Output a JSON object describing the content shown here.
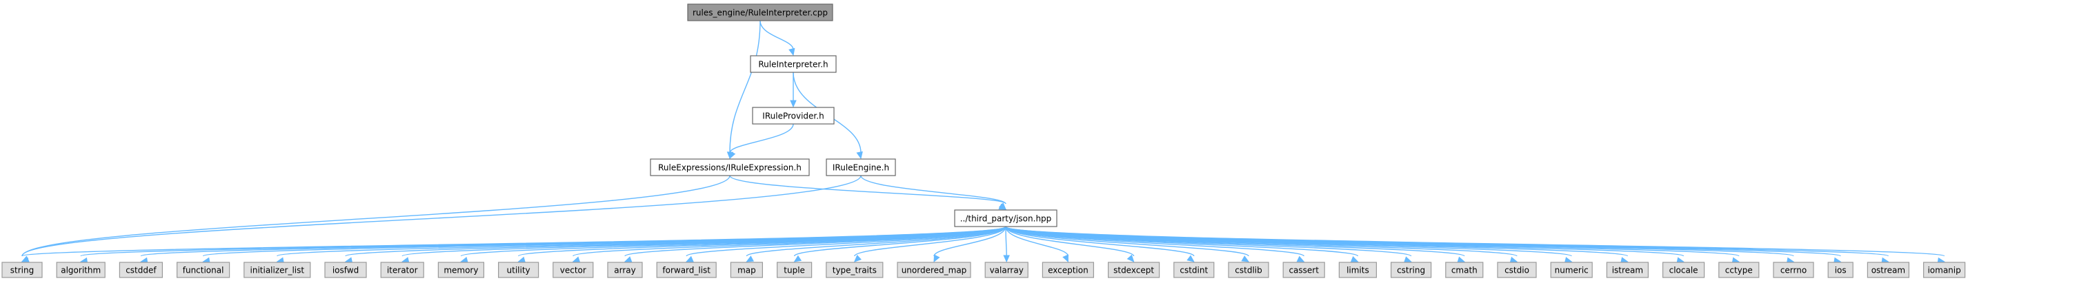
{
  "diagram": {
    "type": "include-dependency-graph",
    "colors": {
      "edge": "#63b8ff",
      "root_fill": "#999999",
      "root_border": "#666666",
      "header_fill": "#ffffff",
      "header_border": "#666666",
      "system_fill": "#e0e0e0",
      "system_border": "#999999"
    },
    "nodes": [
      {
        "id": "root",
        "label": "rules_engine/RuleInterpreter.cpp",
        "kind": "root"
      },
      {
        "id": "ruleinterp_h",
        "label": "RuleInterpreter.h",
        "kind": "header"
      },
      {
        "id": "iruleprovider_h",
        "label": "IRuleProvider.h",
        "kind": "header"
      },
      {
        "id": "iruleexpression_h",
        "label": "RuleExpressions/IRuleExpression.h",
        "kind": "header"
      },
      {
        "id": "iruleengine_h",
        "label": "IRuleEngine.h",
        "kind": "header"
      },
      {
        "id": "json_hpp",
        "label": "../third_party/json.hpp",
        "kind": "header"
      },
      {
        "id": "s_string",
        "label": "string",
        "kind": "system"
      },
      {
        "id": "s_algorithm",
        "label": "algorithm",
        "kind": "system"
      },
      {
        "id": "s_cstddef",
        "label": "cstddef",
        "kind": "system"
      },
      {
        "id": "s_functional",
        "label": "functional",
        "kind": "system"
      },
      {
        "id": "s_initializer_list",
        "label": "initializer_list",
        "kind": "system"
      },
      {
        "id": "s_iosfwd",
        "label": "iosfwd",
        "kind": "system"
      },
      {
        "id": "s_iterator",
        "label": "iterator",
        "kind": "system"
      },
      {
        "id": "s_memory",
        "label": "memory",
        "kind": "system"
      },
      {
        "id": "s_utility",
        "label": "utility",
        "kind": "system"
      },
      {
        "id": "s_vector",
        "label": "vector",
        "kind": "system"
      },
      {
        "id": "s_array",
        "label": "array",
        "kind": "system"
      },
      {
        "id": "s_forward_list",
        "label": "forward_list",
        "kind": "system"
      },
      {
        "id": "s_map",
        "label": "map",
        "kind": "system"
      },
      {
        "id": "s_tuple",
        "label": "tuple",
        "kind": "system"
      },
      {
        "id": "s_type_traits",
        "label": "type_traits",
        "kind": "system"
      },
      {
        "id": "s_unordered_map",
        "label": "unordered_map",
        "kind": "system"
      },
      {
        "id": "s_valarray",
        "label": "valarray",
        "kind": "system"
      },
      {
        "id": "s_exception",
        "label": "exception",
        "kind": "system"
      },
      {
        "id": "s_stdexcept",
        "label": "stdexcept",
        "kind": "system"
      },
      {
        "id": "s_cstdint",
        "label": "cstdint",
        "kind": "system"
      },
      {
        "id": "s_cstdlib",
        "label": "cstdlib",
        "kind": "system"
      },
      {
        "id": "s_cassert",
        "label": "cassert",
        "kind": "system"
      },
      {
        "id": "s_limits",
        "label": "limits",
        "kind": "system"
      },
      {
        "id": "s_cstring",
        "label": "cstring",
        "kind": "system"
      },
      {
        "id": "s_cmath",
        "label": "cmath",
        "kind": "system"
      },
      {
        "id": "s_cstdio",
        "label": "cstdio",
        "kind": "system"
      },
      {
        "id": "s_numeric",
        "label": "numeric",
        "kind": "system"
      },
      {
        "id": "s_istream",
        "label": "istream",
        "kind": "system"
      },
      {
        "id": "s_clocale",
        "label": "clocale",
        "kind": "system"
      },
      {
        "id": "s_cctype",
        "label": "cctype",
        "kind": "system"
      },
      {
        "id": "s_cerrno",
        "label": "cerrno",
        "kind": "system"
      },
      {
        "id": "s_ios",
        "label": "ios",
        "kind": "system"
      },
      {
        "id": "s_ostream",
        "label": "ostream",
        "kind": "system"
      },
      {
        "id": "s_iomanip",
        "label": "iomanip",
        "kind": "system"
      }
    ],
    "edges": [
      {
        "from": "root",
        "to": "ruleinterp_h"
      },
      {
        "from": "root",
        "to": "iruleexpression_h"
      },
      {
        "from": "ruleinterp_h",
        "to": "iruleprovider_h"
      },
      {
        "from": "ruleinterp_h",
        "to": "iruleengine_h"
      },
      {
        "from": "iruleprovider_h",
        "to": "iruleexpression_h"
      },
      {
        "from": "iruleexpression_h",
        "to": "s_string"
      },
      {
        "from": "iruleexpression_h",
        "to": "json_hpp"
      },
      {
        "from": "iruleengine_h",
        "to": "s_string"
      },
      {
        "from": "iruleengine_h",
        "to": "json_hpp"
      },
      {
        "from": "json_hpp",
        "to": "s_string"
      },
      {
        "from": "json_hpp",
        "to": "s_algorithm"
      },
      {
        "from": "json_hpp",
        "to": "s_cstddef"
      },
      {
        "from": "json_hpp",
        "to": "s_functional"
      },
      {
        "from": "json_hpp",
        "to": "s_initializer_list"
      },
      {
        "from": "json_hpp",
        "to": "s_iosfwd"
      },
      {
        "from": "json_hpp",
        "to": "s_iterator"
      },
      {
        "from": "json_hpp",
        "to": "s_memory"
      },
      {
        "from": "json_hpp",
        "to": "s_utility"
      },
      {
        "from": "json_hpp",
        "to": "s_vector"
      },
      {
        "from": "json_hpp",
        "to": "s_array"
      },
      {
        "from": "json_hpp",
        "to": "s_forward_list"
      },
      {
        "from": "json_hpp",
        "to": "s_map"
      },
      {
        "from": "json_hpp",
        "to": "s_tuple"
      },
      {
        "from": "json_hpp",
        "to": "s_type_traits"
      },
      {
        "from": "json_hpp",
        "to": "s_unordered_map"
      },
      {
        "from": "json_hpp",
        "to": "s_valarray"
      },
      {
        "from": "json_hpp",
        "to": "s_exception"
      },
      {
        "from": "json_hpp",
        "to": "s_stdexcept"
      },
      {
        "from": "json_hpp",
        "to": "s_cstdint"
      },
      {
        "from": "json_hpp",
        "to": "s_cstdlib"
      },
      {
        "from": "json_hpp",
        "to": "s_cassert"
      },
      {
        "from": "json_hpp",
        "to": "s_limits"
      },
      {
        "from": "json_hpp",
        "to": "s_cstring"
      },
      {
        "from": "json_hpp",
        "to": "s_cmath"
      },
      {
        "from": "json_hpp",
        "to": "s_cstdio"
      },
      {
        "from": "json_hpp",
        "to": "s_numeric"
      },
      {
        "from": "json_hpp",
        "to": "s_istream"
      },
      {
        "from": "json_hpp",
        "to": "s_clocale"
      },
      {
        "from": "json_hpp",
        "to": "s_cctype"
      },
      {
        "from": "json_hpp",
        "to": "s_cerrno"
      },
      {
        "from": "json_hpp",
        "to": "s_ios"
      },
      {
        "from": "json_hpp",
        "to": "s_ostream"
      },
      {
        "from": "json_hpp",
        "to": "s_iomanip"
      }
    ]
  }
}
